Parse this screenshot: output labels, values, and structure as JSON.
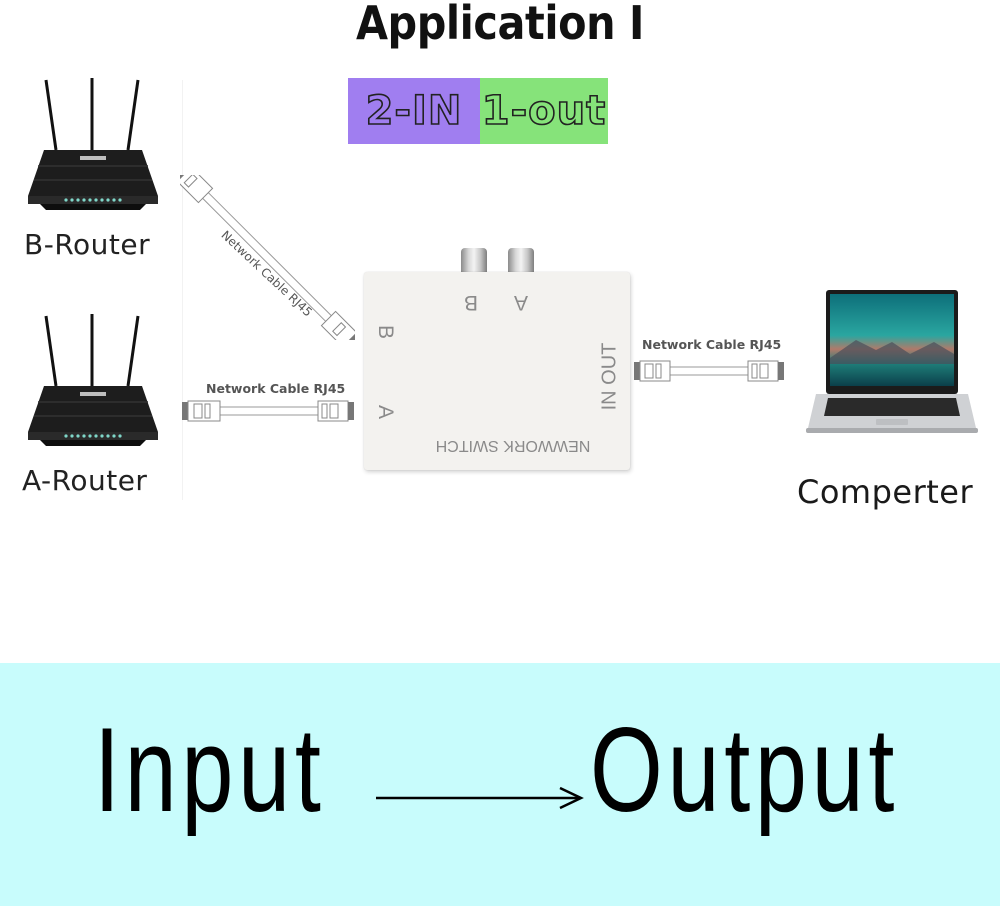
{
  "title": "Application I",
  "badge": {
    "input_label": "2-IN",
    "output_label": "1-out",
    "input_color": "#a07ef0",
    "output_color": "#86e37a"
  },
  "routers": [
    {
      "id": "B",
      "label": "B-Router"
    },
    {
      "id": "A",
      "label": "A-Router"
    }
  ],
  "cables": [
    {
      "label": "Network Cable RJ45",
      "from": "B-Router",
      "to": "switch-port-B"
    },
    {
      "label": "Network Cable RJ45",
      "from": "A-Router",
      "to": "switch-port-A"
    },
    {
      "label": "Network Cable RJ45",
      "from": "switch-out",
      "to": "Comperter"
    }
  ],
  "switch": {
    "name_label": "NEWWORK SWITCH",
    "top_buttons": [
      "B",
      "A"
    ],
    "side_ports": [
      "B",
      "A"
    ],
    "out_label": "IN OUT"
  },
  "computer": {
    "label": "Comperter"
  },
  "banner": {
    "input_word": "Input",
    "output_word": "Output",
    "background_color": "#c8fcfc"
  }
}
